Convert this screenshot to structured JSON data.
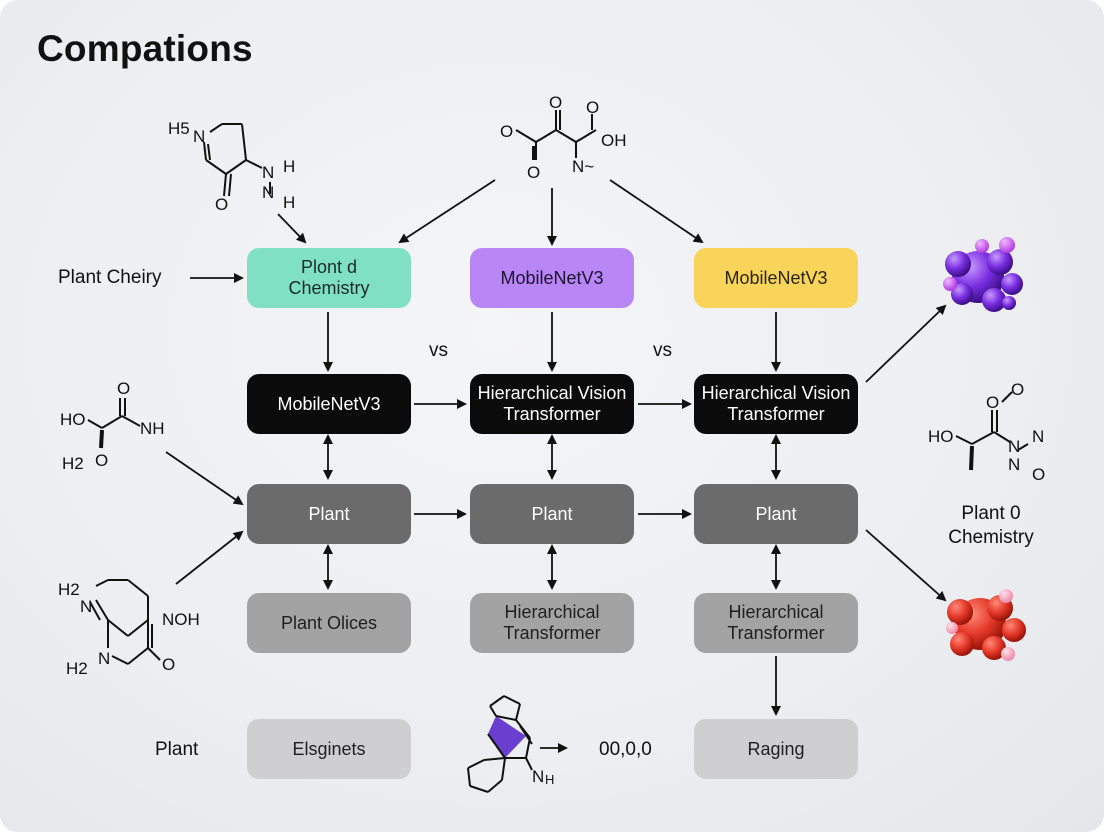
{
  "title": "Compations",
  "labels": {
    "left_input": "Plant Cheiry",
    "vs_1": "vs",
    "vs_2": "vs",
    "bottom_left": "Plant",
    "bottom_mid_value": "00,0,0",
    "right_label_line1": "Plant 0",
    "right_label_line2": "Chemistry"
  },
  "boxes": {
    "row1": [
      "Plont d\nChemistry",
      "MobileNetV3",
      "MobileNetV3"
    ],
    "row2": [
      "MobileNetV3",
      "Hierarchical Vision\nTransformer",
      "Hierarchical Vision\nTransformer"
    ],
    "row3": [
      "Plant",
      "Plant",
      "Plant"
    ],
    "row4": [
      "Plant Olices",
      "Hierarchical\nTransformer",
      "Hierarchical\nTransformer"
    ],
    "row5": [
      "Elsginets",
      "Raging"
    ]
  },
  "molecules": {
    "top_left": [
      "H5",
      "N",
      "N",
      "H",
      "N",
      "H",
      "O"
    ],
    "top_center": [
      "O",
      "O",
      "O",
      "OH",
      "O",
      "N~"
    ],
    "mid_left": [
      "HO",
      "O",
      "NH",
      "H2",
      "O"
    ],
    "bottom_left": [
      "H2",
      "N",
      "NOH",
      "N",
      "H2",
      "O"
    ],
    "bottom_center": [
      "N",
      "H"
    ],
    "right": [
      "O",
      "O",
      "HO",
      "N",
      "N",
      "N",
      "O"
    ]
  },
  "colors": {
    "teal": "#7fe0c4",
    "purple": "#b887f5",
    "yellow": "#f8d55a",
    "black": "#0b0b0b",
    "dark_gray": "#6b6b6b",
    "medium_gray": "#a3a3a3",
    "light_gray": "#cfcfd1",
    "blob_purple": "#7a2ee0",
    "blob_red": "#e63a2a"
  }
}
